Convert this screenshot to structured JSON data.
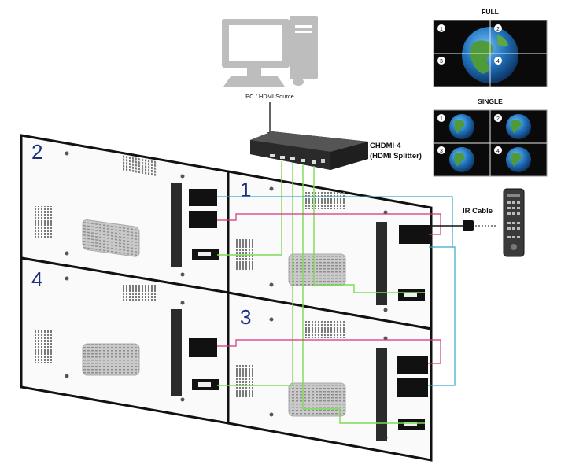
{
  "source": {
    "label": "PC / HDMI Source"
  },
  "splitter": {
    "name": "CHDMI-4",
    "subtitle": "(HDMI Splitter)"
  },
  "ir": {
    "label": "IR  Cable"
  },
  "modes": [
    {
      "label": "FULL",
      "markers": [
        "1",
        "2",
        "3",
        "4"
      ]
    },
    {
      "label": "SINGLE",
      "markers": [
        "1",
        "2",
        "3",
        "4"
      ]
    }
  ],
  "panels": [
    {
      "number": "2"
    },
    {
      "number": "1"
    },
    {
      "number": "4"
    },
    {
      "number": "3"
    }
  ],
  "colors": {
    "hdmi_cable": "#7ed957",
    "vga_cable": "#d6337e",
    "ir_cable": "#3aa6c6",
    "panel_number": "#1f2f7a",
    "device": "#2b2b2b"
  }
}
